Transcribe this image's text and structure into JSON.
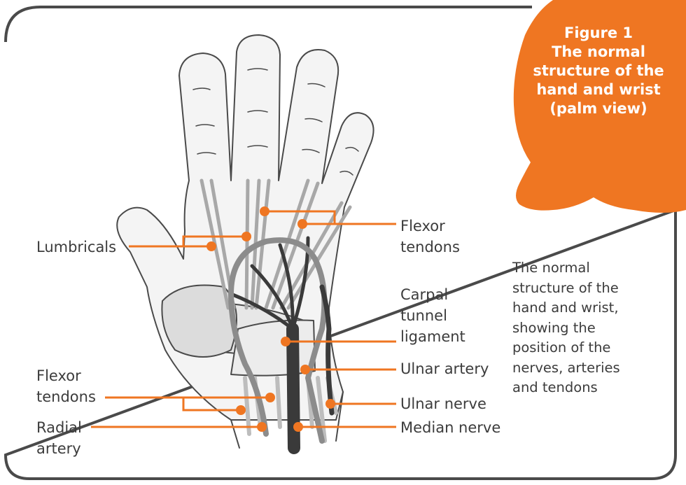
{
  "figure": {
    "title_lines": [
      "Figure 1",
      "The normal",
      "structure of the",
      "hand and wrist",
      "(palm view)"
    ],
    "description_lines": [
      "The normal",
      "structure of the",
      "hand and wrist,",
      "showing the",
      "position of the",
      "nerves, arteries",
      "and tendons"
    ]
  },
  "labels": {
    "lumbricals": [
      "Lumbricals"
    ],
    "flexor_tendons_upper": [
      "Flexor",
      "tendons"
    ],
    "carpal_tunnel_ligament": [
      "Carpal",
      "tunnel",
      "ligament"
    ],
    "ulnar_artery": [
      "Ulnar artery"
    ],
    "ulnar_nerve": [
      "Ulnar nerve"
    ],
    "median_nerve": [
      "Median nerve"
    ],
    "flexor_tendons_lower": [
      "Flexor",
      "tendons"
    ],
    "radial_artery": [
      "Radial",
      "artery"
    ]
  },
  "colors": {
    "accent": "#ef7622",
    "frame": "#4a4a4a",
    "text": "#3c3c3c",
    "artery_gray": "#8c8c8c",
    "nerve_dark": "#3a3a3a",
    "tendon_light": "#d4d4d4"
  }
}
